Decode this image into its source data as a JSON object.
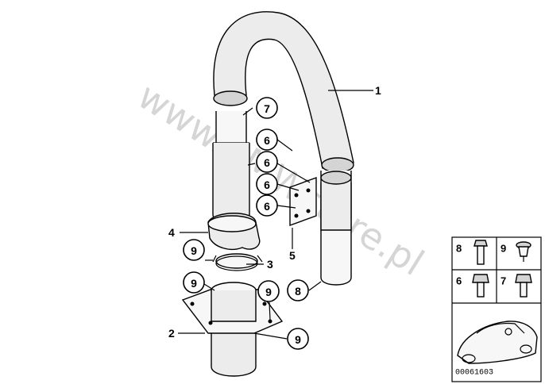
{
  "watermark": "www.BMWstore.pl",
  "callouts": {
    "c7": "7",
    "c6a": "6",
    "c6b": "6",
    "c6c": "6",
    "c6d": "6",
    "c9a": "9",
    "c9b": "9",
    "c9c": "9",
    "c9d": "9",
    "c8": "8"
  },
  "labels": {
    "l1": "1",
    "l2": "2",
    "l3": "3",
    "l4": "4",
    "l5": "5"
  },
  "fastener_table": {
    "cells": [
      "8",
      "9",
      "6",
      "7"
    ]
  },
  "reference_number": "00061603"
}
